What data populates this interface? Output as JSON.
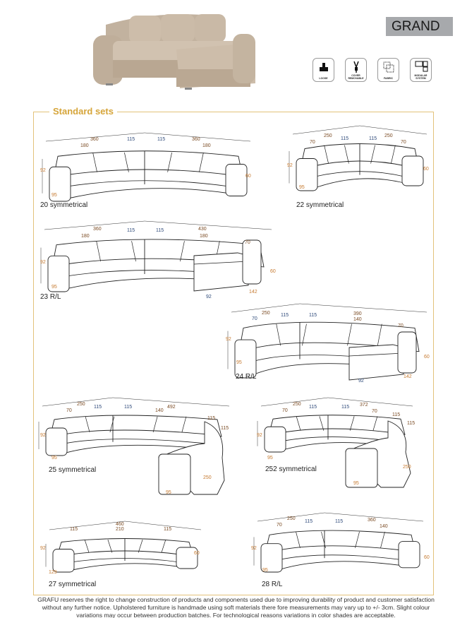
{
  "header": {
    "title": "GRAND"
  },
  "features": [
    {
      "icon": "loose-cushion-icon",
      "label": "LOOSE"
    },
    {
      "icon": "zipper-icon",
      "label": "COVER REMOVABLE"
    },
    {
      "icon": "fabric-icon",
      "label": "FABRIC"
    },
    {
      "icon": "modular-system-icon",
      "label": "MODULAR SYSTEM"
    }
  ],
  "section_title": "Standard sets",
  "sets": [
    {
      "name": "20 symmetrical",
      "dims": [
        "360",
        "180",
        "115",
        "115",
        "360",
        "180",
        "92",
        "60",
        "95"
      ]
    },
    {
      "name": "22 symmetrical",
      "dims": [
        "250",
        "70",
        "115",
        "115",
        "250",
        "70",
        "92",
        "60",
        "95"
      ]
    },
    {
      "name": "23 R/L",
      "dims": [
        "360",
        "180",
        "115",
        "115",
        "430",
        "180",
        "70",
        "92",
        "60",
        "95",
        "142",
        "92"
      ]
    },
    {
      "name": "24 R/L",
      "dims": [
        "250",
        "70",
        "115",
        "115",
        "390",
        "140",
        "70",
        "92",
        "60",
        "95",
        "142",
        "92"
      ]
    },
    {
      "name": "25 symmetrical",
      "dims": [
        "250",
        "70",
        "115",
        "115",
        "492",
        "140",
        "115",
        "115",
        "92",
        "95",
        "250",
        "95"
      ]
    },
    {
      "name": "252 symmetrical",
      "dims": [
        "250",
        "70",
        "115",
        "115",
        "372",
        "70",
        "115",
        "115",
        "92",
        "95",
        "250",
        "95"
      ]
    },
    {
      "name": "27 symmetrical",
      "dims": [
        "460",
        "115",
        "210",
        "115",
        "92",
        "60",
        "129"
      ]
    },
    {
      "name": "28 R/L",
      "dims": [
        "250",
        "70",
        "115",
        "115",
        "360",
        "140",
        "92",
        "60",
        "95"
      ]
    }
  ],
  "footer": "GRAFU reserves the right to change construction of products and components used due to improving durability of product and customer satisfaction without any further notice. Upholstered furniture is handmade using soft materials there fore measurements may vary up to +/- 3cm. Slight colour variations may occur between production batches. For technological reasons variations in color shades are acceptable.",
  "colors": {
    "accent": "#d6a53a",
    "brand_box": "#a7a9ac",
    "sofa_fabric": "#c9b9a6"
  }
}
